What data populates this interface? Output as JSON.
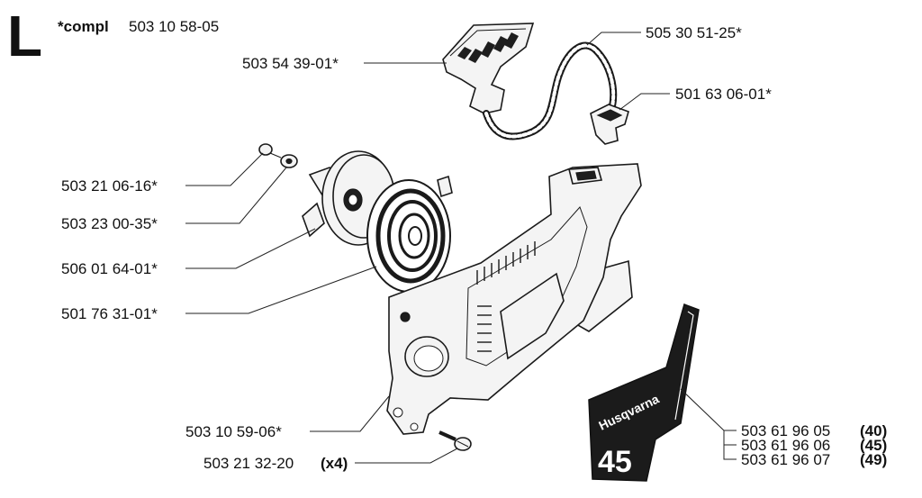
{
  "section": {
    "letter": "L",
    "compl_prefix": "*compl",
    "compl_number": "503 10 58-05"
  },
  "parts": [
    {
      "number": "503 54 39-01*"
    },
    {
      "number": "505 30 51-25*"
    },
    {
      "number": "501 63 06-01*"
    },
    {
      "number": "503 21 06-16*"
    },
    {
      "number": "503 23 00-35*"
    },
    {
      "number": "506 01 64-01*"
    },
    {
      "number": "501 76 31-01*"
    },
    {
      "number": "503 10 59-06*"
    },
    {
      "number": "503 21 32-20",
      "qty": "(x4)"
    }
  ],
  "decal_variants": [
    {
      "number": "503 61 96 05",
      "model": "(40)"
    },
    {
      "number": "503 61 96 06",
      "model": "(45)"
    },
    {
      "number": "503 61 96 07",
      "model": "(49)"
    }
  ],
  "decal": {
    "brand": "Husqvarna",
    "model_number": "45"
  }
}
